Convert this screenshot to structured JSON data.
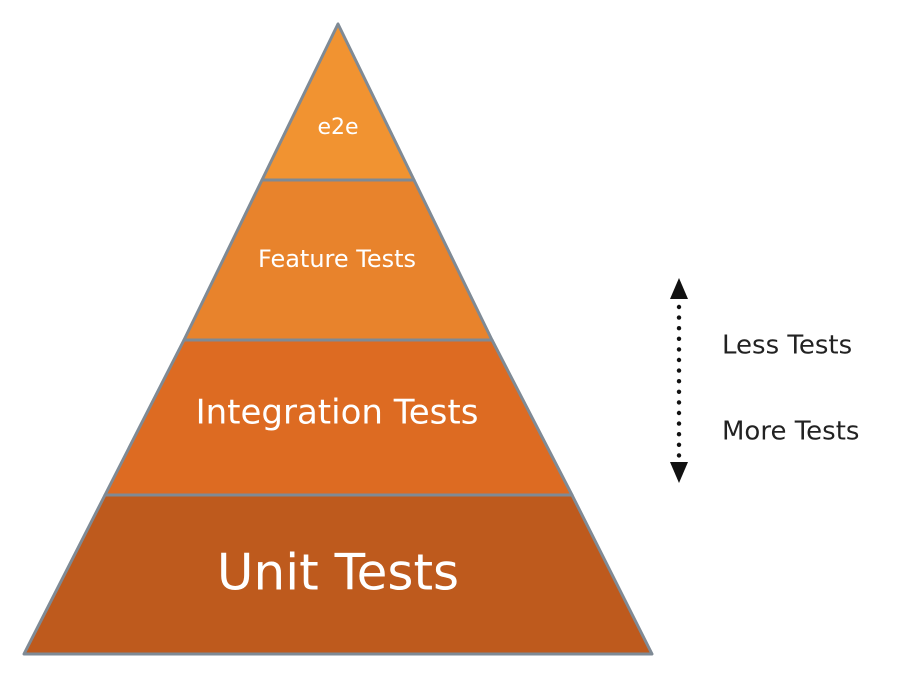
{
  "pyramid": {
    "tiers": [
      {
        "label": "e2e",
        "color": "#F19331"
      },
      {
        "label": "Feature Tests",
        "color": "#E8832C"
      },
      {
        "label": "Integration Tests",
        "color": "#DD6B22"
      },
      {
        "label": "Unit Tests",
        "color": "#BE5A1D"
      }
    ],
    "outline_color": "#7F8A95"
  },
  "legend": {
    "top_label": "Less Tests",
    "bottom_label": "More Tests",
    "arrow_color": "#111111"
  }
}
